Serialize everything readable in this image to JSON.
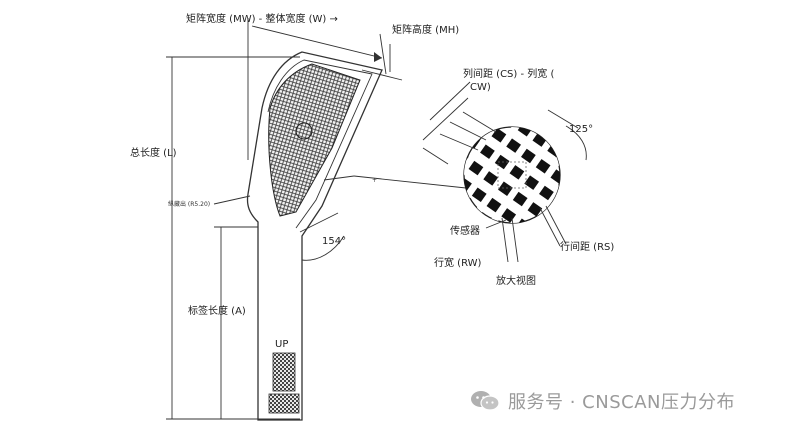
{
  "labels": {
    "matrix_width": "矩阵宽度 (MW) - 整体宽度 (W) →",
    "matrix_height": "矩阵高度 (MH)",
    "total_length": "总长度 (L)",
    "tail_exit": "纵藏出 (R5.20)",
    "tab_length": "标签长度 (A)",
    "up": "UP",
    "angle_154": "154°",
    "column_spacing_line1": "列间距 (CS) - 列宽 (",
    "column_spacing_line2": "CW)",
    "angle_125": "125°",
    "sensor": "传感器",
    "row_spacing": "行间距 (RS)",
    "row_width": "行宽 (RW)",
    "zoom_view": "放大视图"
  },
  "watermark": {
    "icon": "wechat-icon",
    "text": "服务号 · CNSCAN压力分布"
  },
  "colors": {
    "line": "#333333",
    "hatch": "#111111",
    "watermark": "#9a9a9a"
  }
}
